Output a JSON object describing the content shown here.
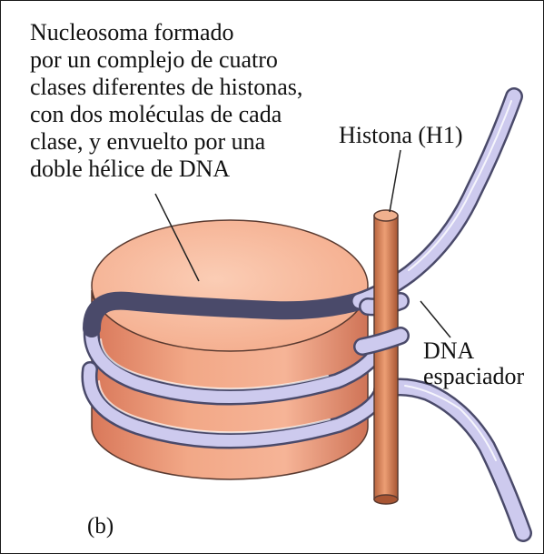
{
  "labels": {
    "description_lines": [
      "Nucleosoma formado",
      "por un complejo de cuatro",
      "clases diferentes de histonas,",
      "con dos moléculas de cada",
      "clase, y envuelto por una",
      "doble hélice de DNA"
    ],
    "histone_h1": "Histona (H1)",
    "spacer_dna_line1": "DNA",
    "spacer_dna_line2": "espaciador",
    "panel": "(b)"
  },
  "colors": {
    "histone_top": "#f5b79d",
    "histone_side": "#e8896a",
    "histone_dark": "#c86a4c",
    "dna_fill": "#c9c6ea",
    "dna_outline": "#4a4a6a",
    "h1_rod": "#d9875f",
    "text": "#111111"
  }
}
